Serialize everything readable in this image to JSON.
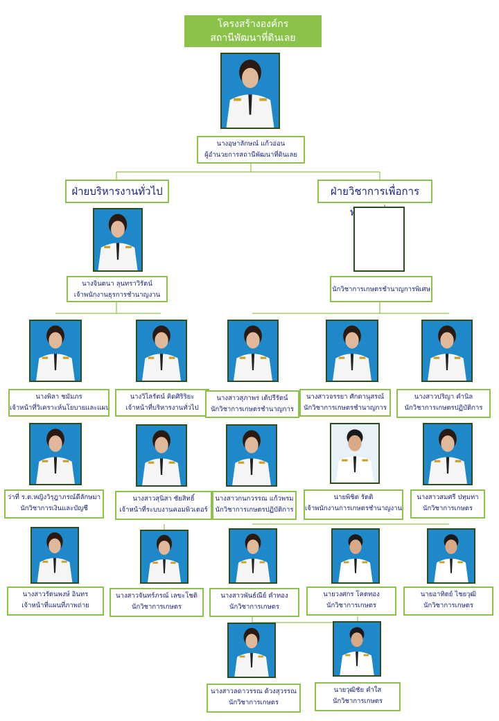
{
  "title": {
    "line1": "โครงสร้างองค์กร",
    "line2": "สถานีพัฒนาที่ดินเลย"
  },
  "director": {
    "name": "นางอุษาลักษณ์ แก้วอ่อน",
    "position": "ผู้อำนวยการสถานีพัฒนาที่ดินเลย"
  },
  "departments": {
    "left": "ฝ่ายบริหารงานทั่วไป",
    "right": "ฝ่ายวิชาการเพื่อการพัฒนาที่ดิน"
  },
  "left_head": {
    "name": "นางจินตนา ลุนทราวิรัตน์",
    "position": "เจ้าพนักงานธุรการชำนาญงาน"
  },
  "right_head": {
    "name": "",
    "position": "นักวิชาการเกษตรชำนาญการพิเศษ"
  },
  "staff": [
    {
      "name": "นางพิลา ชมัมภร",
      "position": "เจ้าหน้าที่วิเคราะห์นโยบายและแผน"
    },
    {
      "name": "นางวิไลรัตน์ คิดศิริริยะ",
      "position": "เจ้าหน้าที่บริหารงานทั่วไป"
    },
    {
      "name": "นางสาวสุภาพร เต้ปรีรัตน์",
      "position": "นักวิชาการเกษตรชำนาญการ"
    },
    {
      "name": "นางสาวจรรยา ศักดานุสรณ์",
      "position": "นักวิชาการเกษตรชำนาญการ"
    },
    {
      "name": "นางสาวปริญา คำนิล",
      "position": "นักวิชาการเกษตรปฏิบัติการ"
    },
    {
      "name": "ว่าที่ ร.ต.หญิงวิรุฎาภรณ์ดีลักษมา",
      "position": "นักวิชาการเงินและบัญชี"
    },
    {
      "name": "นางสาวสุนิสา ชัยสิทธิ์",
      "position": "เจ้าหน้าที่ระบบงานคอมพิวเตอร์"
    },
    {
      "name": "นางสาวกนกวรรณ แก้วพรม",
      "position": "นักวิชาการเกษตรปฏิบัติการ"
    },
    {
      "name": "นายพิชิต รัตติ",
      "position": "เจ้าพนักงานการเกษตรชำนาญงาน"
    },
    {
      "name": "นางสาวสมศรี ปทุมทา",
      "position": "นักวิชาการเกษตร"
    },
    {
      "name": "นางสาวรัตนพงษ์ อินทร",
      "position": "เจ้าหน้าที่แผนที่ภาพถ่าย"
    },
    {
      "name": "นางสาวจันทร์ภรณ์ เลขะโชติ",
      "position": "นักวิชาการเกษตร"
    },
    {
      "name": "นางสาวพันธ์ณีย์ คำทอง",
      "position": "นักวิชาการเกษตร"
    },
    {
      "name": "นายวงศกร โคตทอง",
      "position": "นักวิชาการเกษตร"
    },
    {
      "name": "นายอาทิตย์ ไชยวุฒิ",
      "position": "นักวิชาการเกษตร"
    },
    {
      "name": "นางสาวลดาวรรณ ด้วงสุวรรณ",
      "position": "นักวิชาการเกษตร"
    },
    {
      "name": "นายวุฒิชัย คำใส",
      "position": "นักวิชาการเกษตร"
    }
  ],
  "colors": {
    "title_bg": "#8bc34a",
    "box_border": "#8bc34a",
    "text": "#1a237e",
    "photo_bg": "#1e88c9",
    "photo_border": "#2e4d1f"
  }
}
